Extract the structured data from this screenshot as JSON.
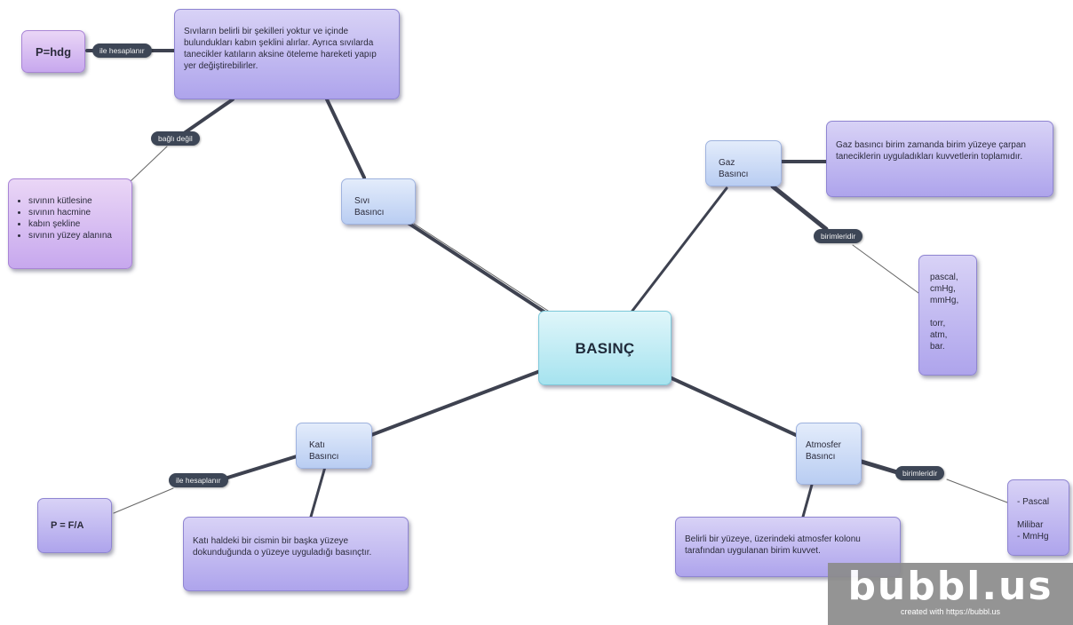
{
  "center": {
    "title": "BASINÇ"
  },
  "nodes": {
    "sivi": {
      "title": "Sıvı Basıncı"
    },
    "sivi_desc": "Sıvıların belirli bir şekilleri yoktur ve içinde bulundukları kabın şeklini alırlar. Ayrıca sıvılarda tanecikler katıların aksine öteleme hareketi yapıp yer değiştirebilirler.",
    "formula_sivi": "P=hdg",
    "bagli_list": [
      "sıvının kütlesine",
      "sıvının hacmine",
      "kabın şekline",
      "sıvının yüzey alanına"
    ],
    "gaz": {
      "title": "Gaz Basıncı"
    },
    "gaz_desc": "Gaz basıncı birim zamanda birim yüzeye çarpan taneciklerin uyguladıkları kuvvetlerin toplamıdır.",
    "gaz_units": [
      "pascal,",
      "cmHg,",
      "mmHg,",
      "",
      "torr,",
      "atm,",
      "bar."
    ],
    "kati": {
      "title": "Katı Basıncı"
    },
    "kati_formula": "P = F/A",
    "kati_desc": "Katı haldeki bir cismin bir başka yüzeye dokunduğunda o yüzeye uyguladığı basınçtır.",
    "atm": {
      "title": "Atmosfer Basıncı"
    },
    "atm_desc": "Belirli bir yüzeye, üzerindeki atmosfer kolonu tarafından uygulanan birim kuvvet.",
    "atm_units": [
      "- Pascal",
      "",
      "Milibar",
      "- MmHg"
    ]
  },
  "labels": {
    "ile_hesaplanir_1": "ile hesaplanır",
    "bagli_degil": "bağlı değil",
    "birimleridir_1": "birimleridir",
    "ile_hesaplanir_2": "ile hesaplanır",
    "birimleridir_2": "birimleridir"
  },
  "logo": {
    "name": "bubbl.us",
    "sub": "created with https://bubbl.us"
  }
}
